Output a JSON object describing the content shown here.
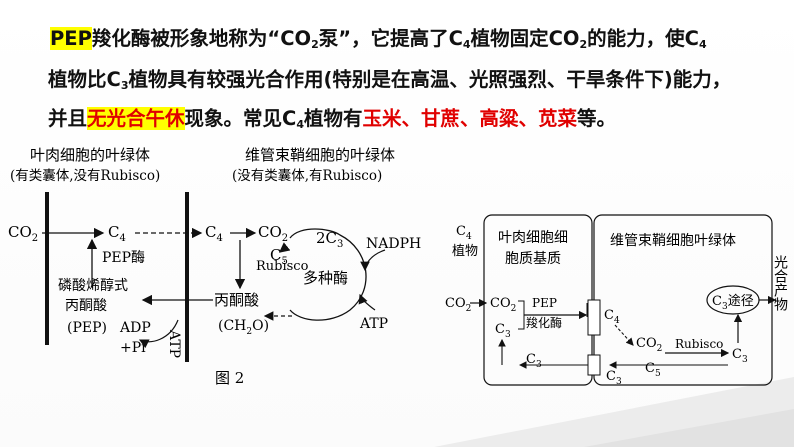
{
  "text": {
    "line1": {
      "pep": "PEP",
      "rest_a": "羧化酶被形象地称为“CO",
      "sub2": "2",
      "rest_b": "泵”，它提高了C",
      "sub4": "4",
      "rest_c": "植物固定CO",
      "sub2b": "2",
      "rest_d": "的能力，使C",
      "sub4b": "4"
    },
    "line2": {
      "a": "植物比C",
      "sub3": "3",
      "b": "植物具有较强光合作用(特别是在高温、光照强烈、干旱条件下)能力，"
    },
    "line3": {
      "a": "并且",
      "hl": "无光合午休",
      "b": "现象。常见C",
      "sub4": "4",
      "c": "植物有",
      "crops": "玉米、甘蔗、高粱、苋菜",
      "d": "等。"
    }
  },
  "fig2": {
    "cell1_title": "叶肉细胞的叶绿体",
    "cell1_sub": "(有类囊体,没有Rubisco)",
    "cell2_title": "维管束鞘细胞的叶绿体",
    "cell2_sub": "(没有类囊体,有Rubisco)",
    "co2": "CO",
    "c4": "C",
    "pep_enzyme": "PEP酶",
    "pep_l1": "磷酸烯醇式",
    "pep_l2": "丙酮酸",
    "pep_l3": "(PEP)",
    "adp": "ADP",
    "pi": "+Pi",
    "atp_vert": "ATP",
    "c4b": "C",
    "co2b": "CO",
    "rubisco": "Rubisco",
    "c3": "2C",
    "c5": "C",
    "nadph": "NADPH",
    "many_enzyme": "多种酶",
    "pyruvate": "丙酮酸",
    "ch2o": "(CH",
    "ch2o_b": "O)",
    "atp": "ATP",
    "caption": "图 2"
  },
  "fig_right": {
    "c4_plant_a": "C",
    "c4_plant_b": "植物",
    "box1_l1": "叶肉细胞细",
    "box1_l2": "胞质基质",
    "box2": "维管束鞘细胞叶绿体",
    "co2": "CO",
    "pep": "PEP",
    "carboxylase": "羧化酶",
    "c3": "C",
    "c4": "C",
    "rubisco": "Rubisco",
    "c5": "C",
    "c3_cycle": "C",
    "cycle_suffix": "途径",
    "product": "光合产物"
  },
  "colors": {
    "highlight": "#ffff00",
    "emphasis": "#e00000"
  }
}
